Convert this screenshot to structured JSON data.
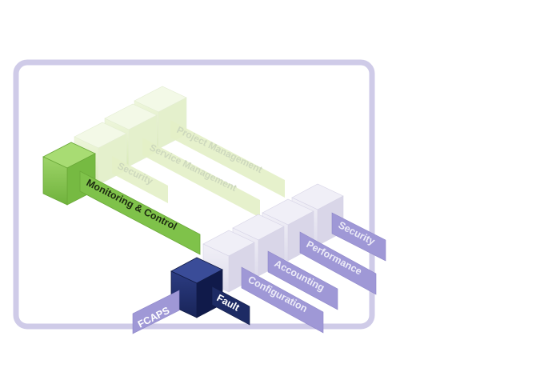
{
  "colors": {
    "frame": "#cfcbe8",
    "green_accent": "#7fc24a",
    "green_faded": "#e1efc6",
    "lavender_cube": "#e2e0ee",
    "lavender_panel": "#9f98d6",
    "navy": "#1d2b64"
  },
  "green_row": {
    "primary_label": "Monitoring & Control",
    "faded_labels": [
      "Security",
      "Service Management",
      "Project Management"
    ]
  },
  "fcaps_row": {
    "group_label": "FCAPS",
    "primary_label": "Fault",
    "faded_labels": [
      "Configuration",
      "Accounting",
      "Performance",
      "Security"
    ]
  }
}
